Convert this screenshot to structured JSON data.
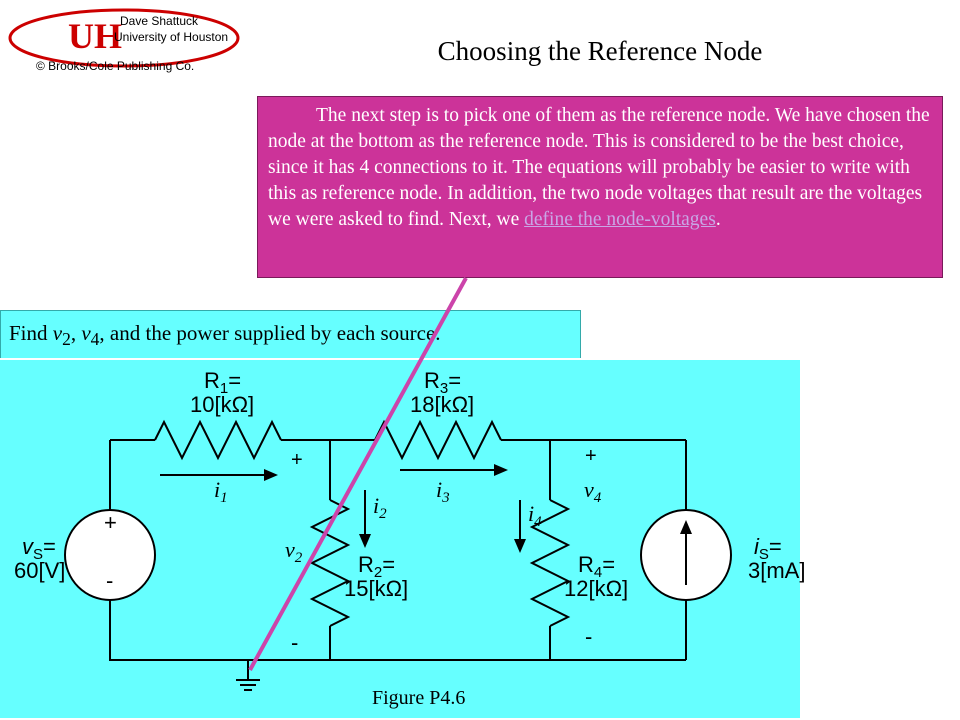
{
  "header": {
    "logo_letters": "UH",
    "logo_lines": [
      "Dave Shattuck",
      "University of Houston",
      "© Brooks/Cole Publishing Co."
    ],
    "slide_title": "Choosing the Reference Node"
  },
  "callout": {
    "text": "The next step is to pick one of them as the reference node.  We have chosen the node at the bottom as the reference node.  This is considered to be the best choice, since it has 4 connections to it.  The equations will probably be easier to write with this as reference node.  In addition, the two node voltages that result are the voltages we were asked to find.  Next, we ",
    "link_text": "define the node-voltages",
    "trailing": "."
  },
  "problem": {
    "find": "Find ",
    "v": "v",
    "sub2": "2",
    "comma": ", ",
    "sub4": "4",
    "rest": ", and the power supplied by each source."
  },
  "circuit": {
    "r1_name": "R",
    "r1_sub": "1",
    "r1_eq": "=",
    "r1_value": "10[kΩ]",
    "r3_name": "R",
    "r3_sub": "3",
    "r3_eq": "=",
    "r3_value": "18[kΩ]",
    "r2_name": "R",
    "r2_sub": "2",
    "r2_eq": "=",
    "r2_value": "15[kΩ]",
    "r4_name": "R",
    "r4_sub": "4",
    "r4_eq": "=",
    "r4_value": "12[kΩ]",
    "vs_name": "v",
    "vs_sub": "S",
    "vs_eq": "=",
    "vs_value": "60[V]",
    "is_name": "i",
    "is_sub": "S",
    "is_eq": "=",
    "is_value": "3[mA]",
    "i1": "i",
    "i1_sub": "1",
    "i2": "i",
    "i2_sub": "2",
    "i3": "i",
    "i3_sub": "3",
    "i4": "i",
    "i4_sub": "4",
    "v2": "v",
    "v2_sub": "2",
    "v4": "v",
    "v4_sub": "4",
    "plus": "+",
    "minus": "-",
    "figure_caption": "Figure P4.6"
  },
  "colors": {
    "callout_bg": "#cc3399",
    "circuit_bg": "#66ffff",
    "link": "#c9a6e6",
    "pointer_line": "#cc44aa",
    "logo_red": "#cc0000"
  }
}
